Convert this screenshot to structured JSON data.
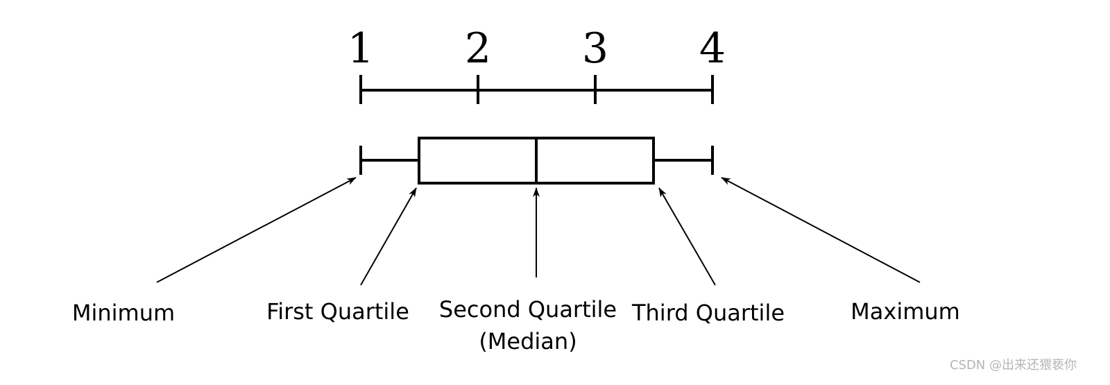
{
  "scale": {
    "ticks": [
      {
        "value": 1,
        "label": "1"
      },
      {
        "value": 2,
        "label": "2"
      },
      {
        "value": 3,
        "label": "3"
      },
      {
        "value": 4,
        "label": "4"
      }
    ]
  },
  "boxplot": {
    "minimum": 1,
    "first_quartile": 1.5,
    "median": 2.5,
    "third_quartile": 3.5,
    "maximum": 4
  },
  "labels": {
    "minimum": "Minimum",
    "first_quartile": "First Quartile",
    "second_quartile_line1": "Second Quartile",
    "second_quartile_line2": "(Median)",
    "third_quartile": "Third Quartile",
    "maximum": "Maximum"
  },
  "watermark": "CSDN @出来还猥亵你",
  "colors": {
    "stroke": "#000000",
    "watermark": "#b5b5b5"
  }
}
